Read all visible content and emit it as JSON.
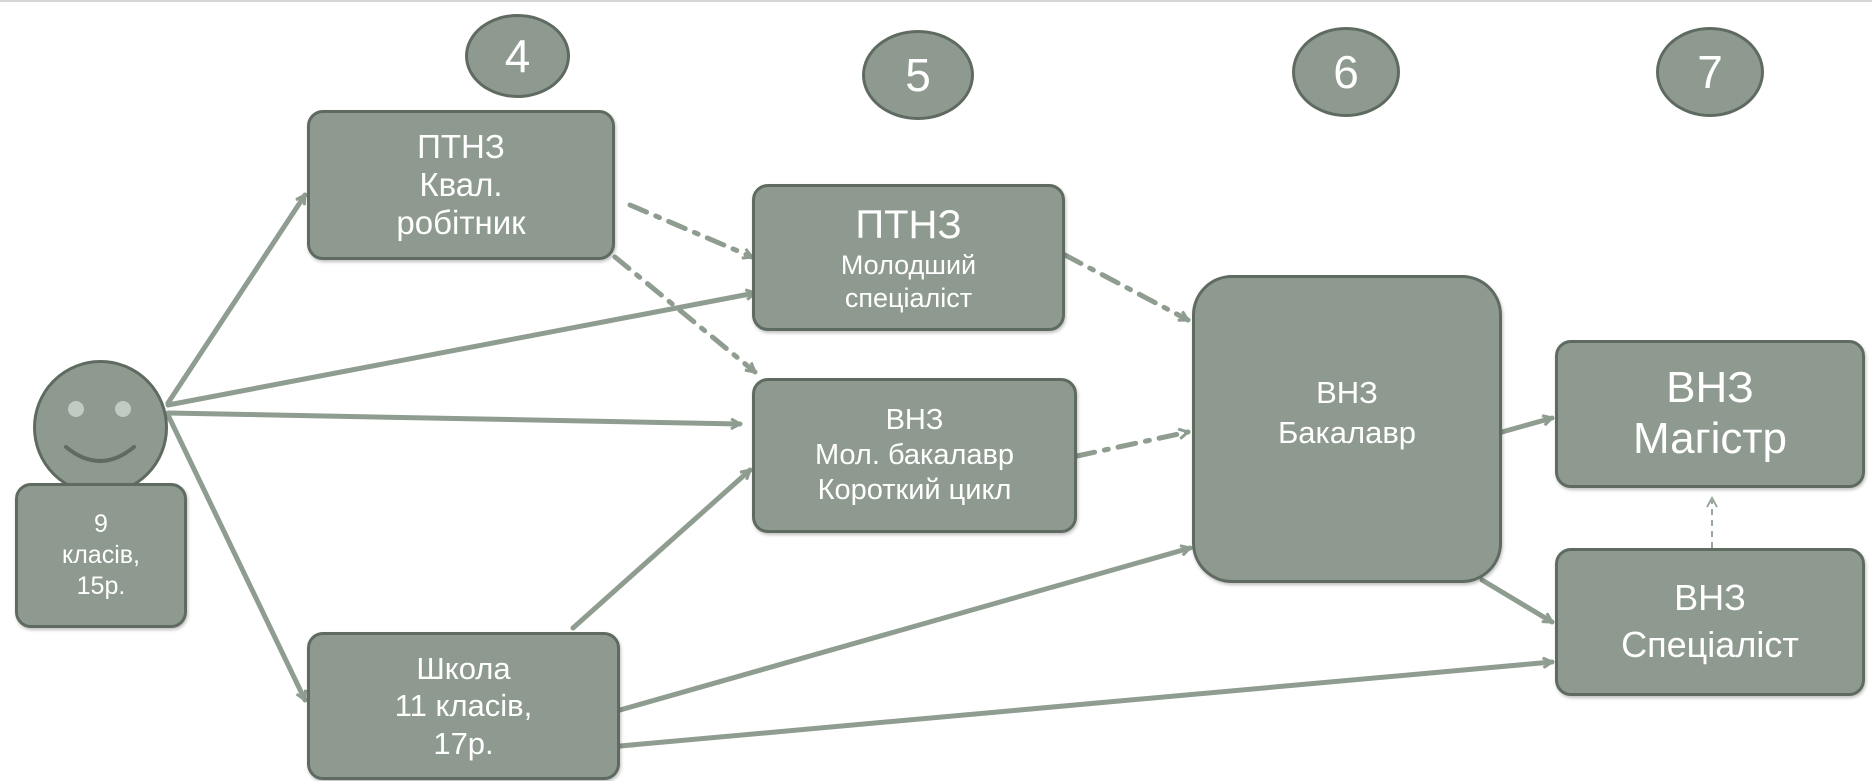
{
  "levels": [
    "4",
    "5",
    "6",
    "7"
  ],
  "nodes": {
    "start": {
      "line1": "9",
      "line2": "класів,",
      "line3": "15р."
    },
    "ptnz_worker": {
      "line1": "ПТНЗ",
      "line2": "Квал.",
      "line3": "робітник"
    },
    "ptnz_junior": {
      "line1": "ПТНЗ",
      "line2": "Молодший",
      "line3": "спеціаліст"
    },
    "vnz_junior_bachelor": {
      "line1": "ВНЗ",
      "line2": "Мол. бакалавр",
      "line3": "Короткий цикл"
    },
    "school": {
      "line1": "Школа",
      "line2": "11 класів,",
      "line3": "17р."
    },
    "vnz_bachelor": {
      "line1": "ВНЗ",
      "line2": "Бакалавр"
    },
    "vnz_master": {
      "line1": "ВНЗ",
      "line2": "Магістр"
    },
    "vnz_specialist": {
      "line1": "ВНЗ",
      "line2": "Спеціаліст"
    }
  },
  "colors": {
    "node_fill": "#8e9a8f",
    "node_border": "#5f6b60",
    "arrow": "#8f9c90",
    "text": "#ffffff"
  },
  "icons": {
    "start_person": "smiley-face-icon"
  }
}
